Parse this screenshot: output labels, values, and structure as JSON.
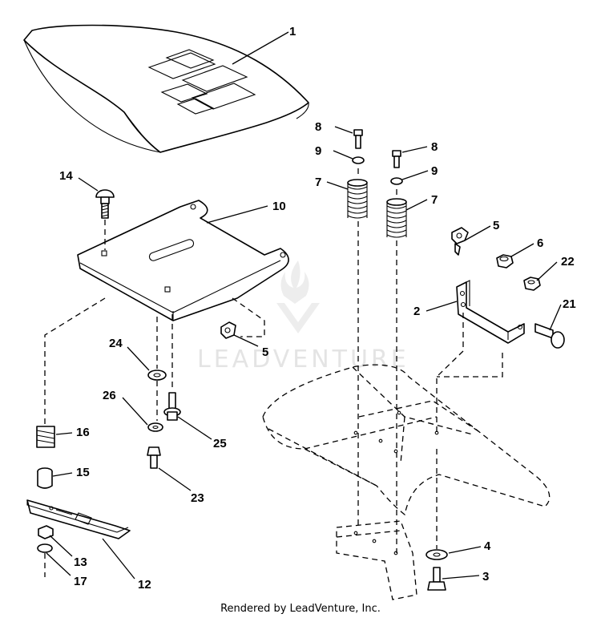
{
  "diagram": {
    "callouts": [
      {
        "id": "c1",
        "label": "1"
      },
      {
        "id": "c8a",
        "label": "8"
      },
      {
        "id": "c8b",
        "label": "8"
      },
      {
        "id": "c9a",
        "label": "9"
      },
      {
        "id": "c9b",
        "label": "9"
      },
      {
        "id": "c7a",
        "label": "7"
      },
      {
        "id": "c7b",
        "label": "7"
      },
      {
        "id": "c14",
        "label": "14"
      },
      {
        "id": "c10",
        "label": "10"
      },
      {
        "id": "c5a",
        "label": "5"
      },
      {
        "id": "c6",
        "label": "6"
      },
      {
        "id": "c22",
        "label": "22"
      },
      {
        "id": "c2",
        "label": "2"
      },
      {
        "id": "c21",
        "label": "21"
      },
      {
        "id": "c24",
        "label": "24"
      },
      {
        "id": "c5b",
        "label": "5"
      },
      {
        "id": "c26",
        "label": "26"
      },
      {
        "id": "c25",
        "label": "25"
      },
      {
        "id": "c16",
        "label": "16"
      },
      {
        "id": "c15",
        "label": "15"
      },
      {
        "id": "c23",
        "label": "23"
      },
      {
        "id": "c13",
        "label": "13"
      },
      {
        "id": "c17",
        "label": "17"
      },
      {
        "id": "c12",
        "label": "12"
      },
      {
        "id": "c4",
        "label": "4"
      },
      {
        "id": "c3",
        "label": "3"
      }
    ],
    "watermark": "LEADVENTURE"
  },
  "footer": {
    "text": "Rendered by LeadVenture, Inc."
  }
}
